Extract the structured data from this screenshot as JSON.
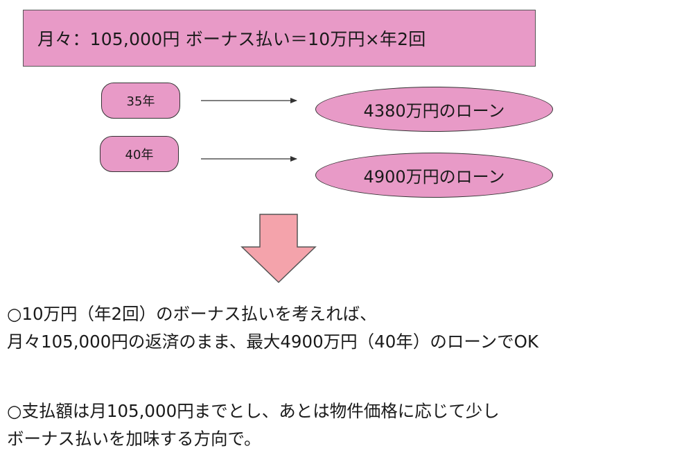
{
  "header": {
    "text": "月々：105,000円  ボーナス払い＝10万円×年2回"
  },
  "rows": [
    {
      "term": "35年",
      "loan": "4380万円のローン"
    },
    {
      "term": "40年",
      "loan": "4900万円のローン"
    }
  ],
  "colors": {
    "box_fill": "#e89ac7",
    "arrow_fill": "#f4a3ab",
    "arrow_stroke": "#555555"
  },
  "conclusion": {
    "paragraph1": {
      "line1": "○10万円（年2回）のボーナス払いを考えれば、",
      "line2": "月々105,000円の返済のまま、最大4900万円（40年）のローンでOK"
    },
    "paragraph2": {
      "line1": "○支払額は月105,000円までとし、あとは物件価格に応じて少し",
      "line2": "ボーナス払いを加味する方向で。"
    }
  }
}
